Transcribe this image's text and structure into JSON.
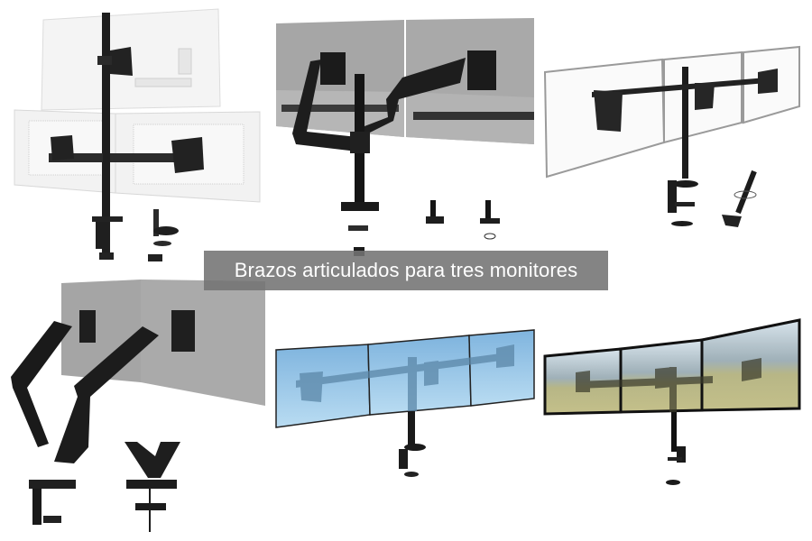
{
  "caption": {
    "text": "Brazos articulados para tres monitores"
  },
  "colors": {
    "background": "#ffffff",
    "caption_bg": "#7a7a7a",
    "caption_text": "#ffffff",
    "mount_black": "#1c1c1c",
    "monitor_white": "#f2f2f2",
    "monitor_gray": "#a9a9a9",
    "screen_blue": "#8fc0e3"
  },
  "products": [
    {
      "id": "pole-mount-stacked-white",
      "description": "Vertical pole mount with one top monitor and two side-by-side monitors (white backs), desk clamp and grommet base"
    },
    {
      "id": "gas-spring-dual-arm-gray",
      "description": "Dual gas-spring articulated arm on pole with gray monitors, clamp and grommet options"
    },
    {
      "id": "triple-horizontal-silver",
      "description": "Triple horizontal arm mount with three silver-framed screens, desk clamp and grommet"
    },
    {
      "id": "gas-spring-dual-arm-black",
      "description": "Black dual gas-spring arms holding two gray monitors, clamp and grommet bases"
    },
    {
      "id": "triple-horizontal-blue",
      "description": "Triple horizontal arm mount behind three blue-tinted screens, desk clamp"
    },
    {
      "id": "triple-horizontal-landscape",
      "description": "Triple arm mount with three black-framed screens showing a landscape, desk clamp"
    }
  ]
}
